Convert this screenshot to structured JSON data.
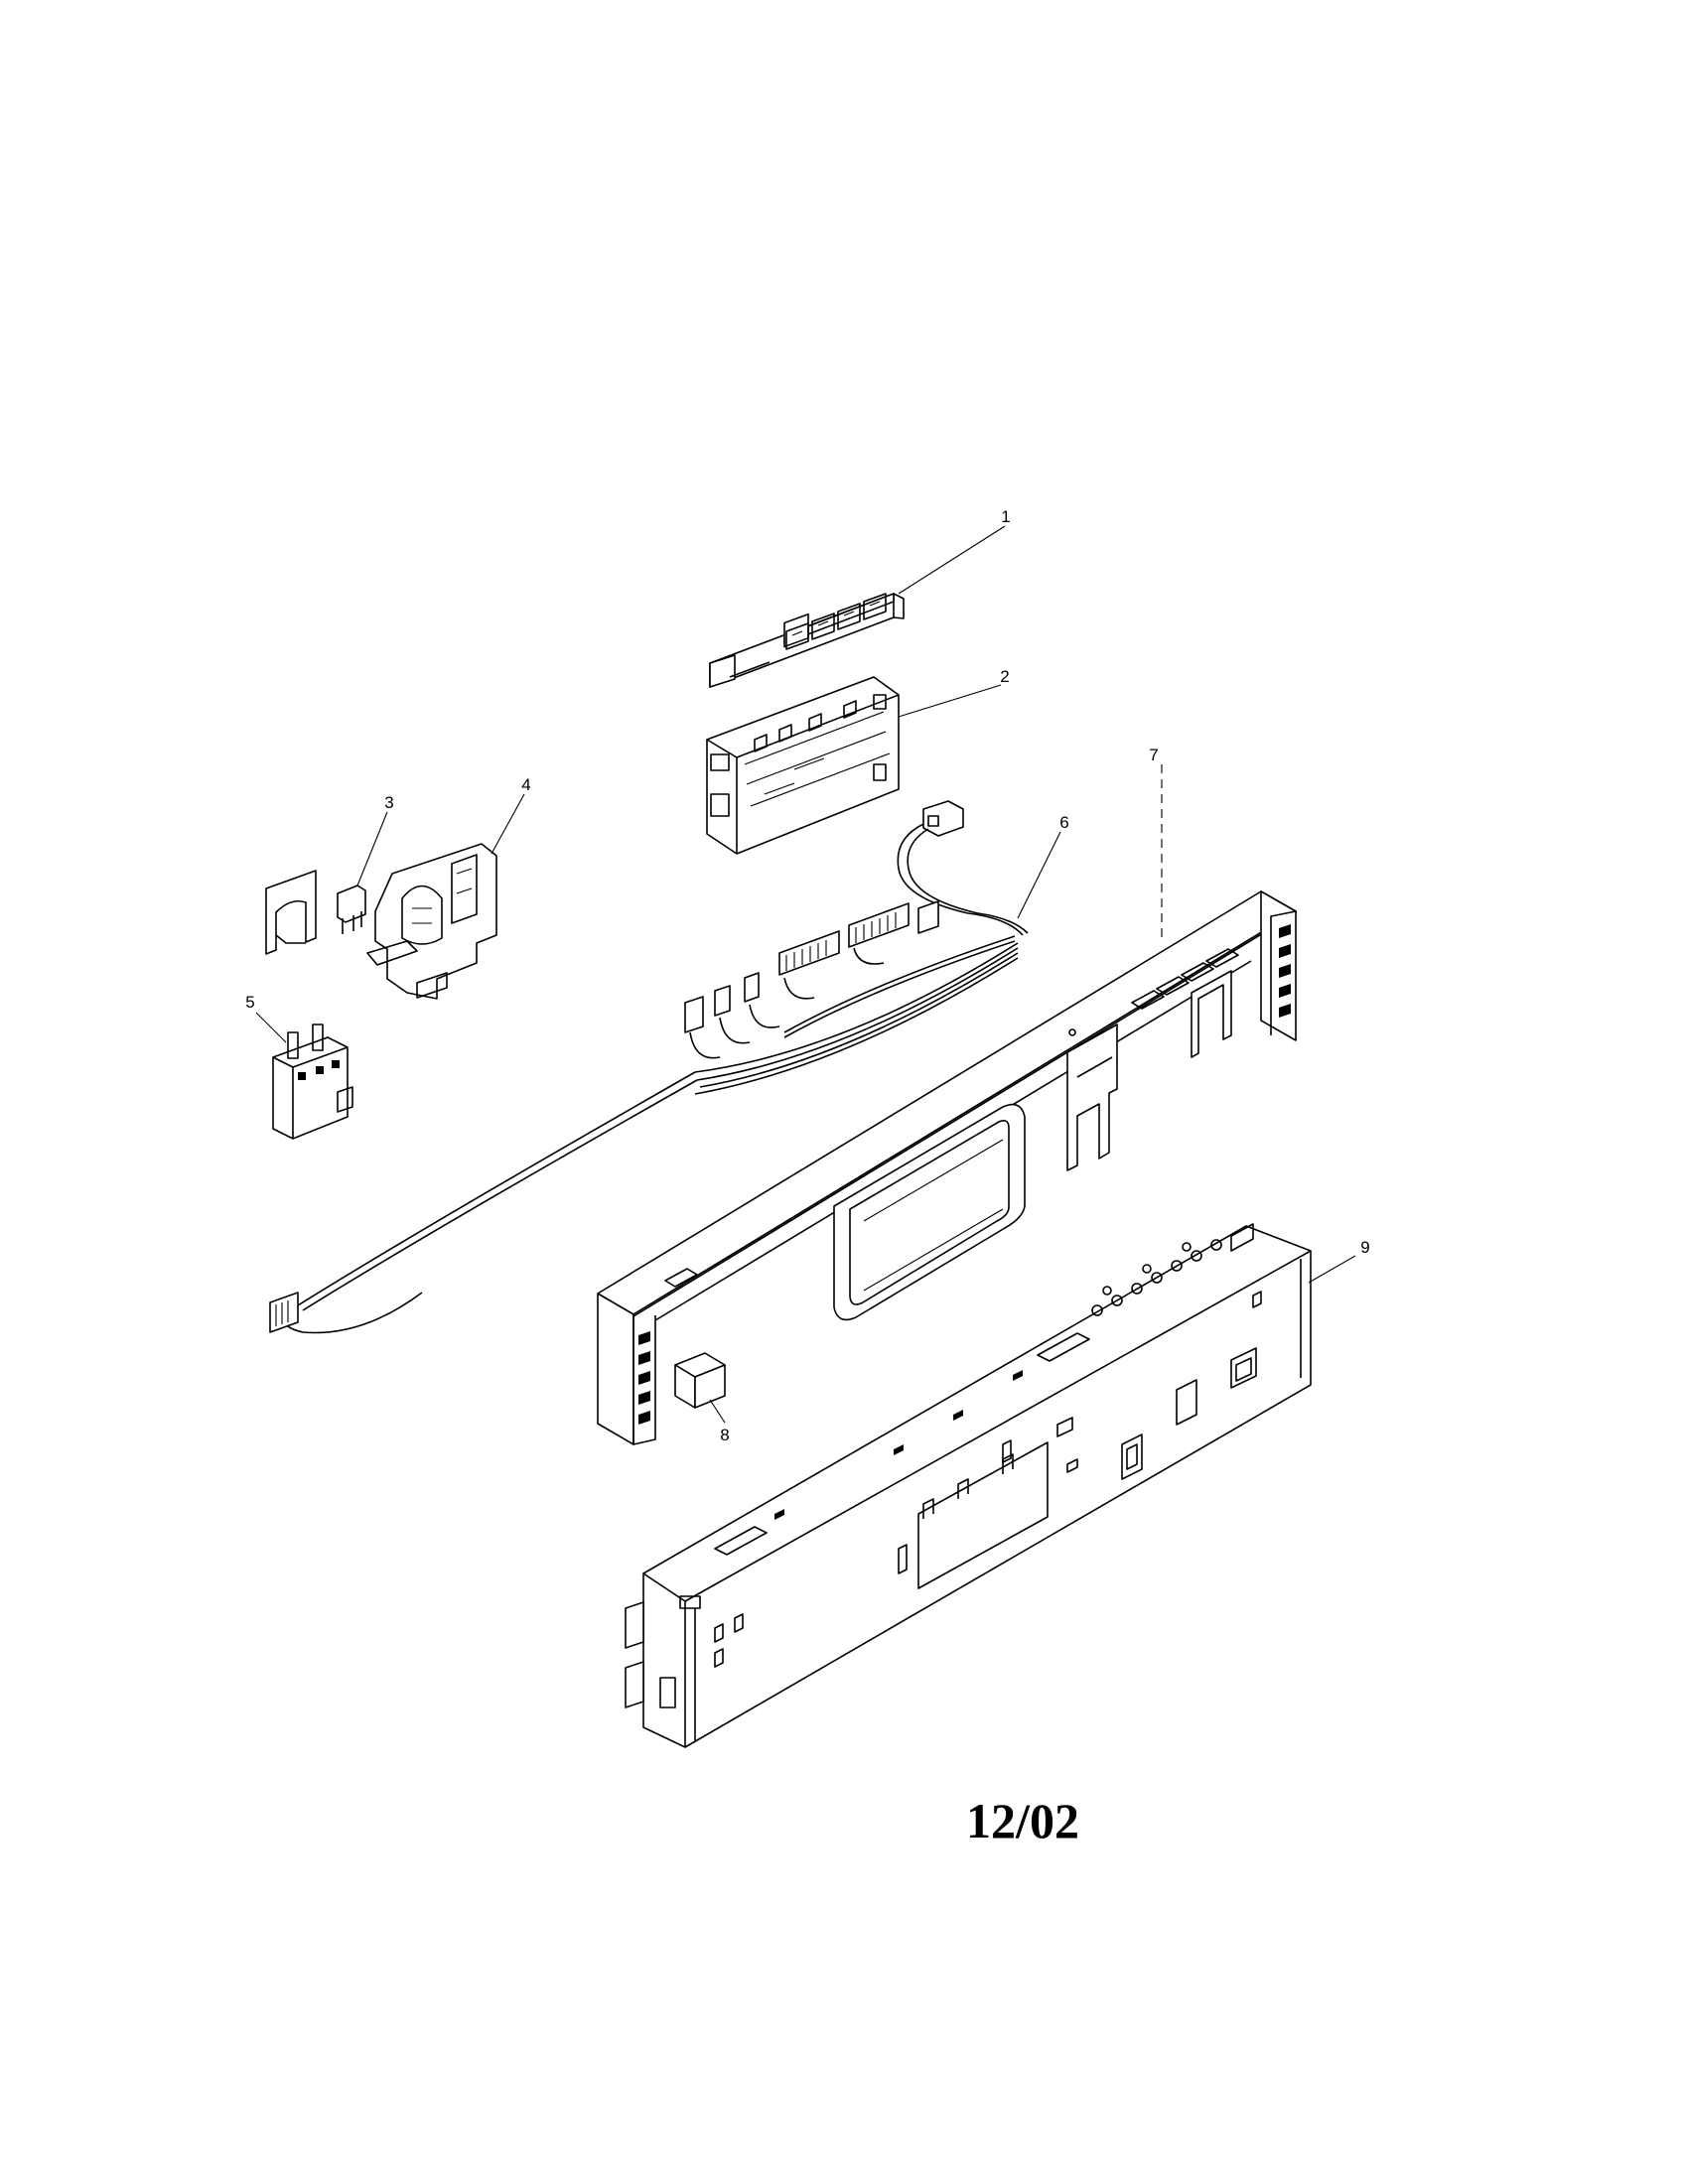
{
  "diagram": {
    "date_code": "12/02",
    "callouts": [
      "1",
      "2",
      "3",
      "4",
      "5",
      "6",
      "7",
      "8",
      "9"
    ]
  }
}
